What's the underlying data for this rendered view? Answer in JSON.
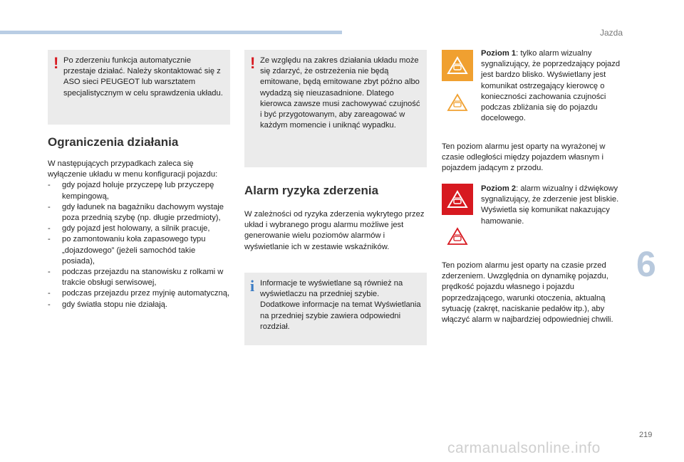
{
  "header": {
    "section": "Jazda"
  },
  "chapter": "6",
  "page_number": "219",
  "watermark": "carmanualsonline.info",
  "col1": {
    "warning": "Po zderzeniu funkcja automatycznie przestaje działać. Należy skontaktować się z ASO sieci PEUGEOT lub warsztatem specjalistycznym w celu sprawdzenia układu.",
    "heading": "Ograniczenia działania",
    "intro": "W następujących przypadkach zaleca się wyłączenie układu w menu konfiguracji pojazdu:",
    "items": [
      "gdy pojazd holuje przyczepę lub przyczepę kempingową,",
      "gdy ładunek na bagażniku dachowym wystaje poza przednią szybę (np. długie przedmioty),",
      "gdy pojazd jest holowany, a silnik pracuje,",
      "po zamontowaniu koła zapasowego typu „dojazdowego” (jeżeli samochód takie posiada),",
      "podczas przejazdu na stanowisku z rolkami w trakcie obsługi serwisowej,",
      "podczas przejazdu przez myjnię automatyczną,",
      "gdy światła stopu nie działają."
    ]
  },
  "col2": {
    "warning": "Ze względu na zakres działania układu może się zdarzyć, że ostrzeżenia nie będą emitowane, będą emitowane zbyt późno albo wydadzą się nieuzasadnione. Dlatego kierowca zawsze musi zachowywać czujność i być przygotowanym, aby zareagować w każdym momencie i uniknąć wypadku.",
    "heading": "Alarm ryzyka zderzenia",
    "intro": "W zależności od ryzyka zderzenia wykrytego przez układ i wybranego progu alarmu możliwe jest generowanie wielu poziomów alarmów i wyświetlanie ich w zestawie wskaźników.",
    "info": "Informacje te wyświetlane są również na wyświetlaczu na przedniej szybie. Dodatkowe informacje na temat Wyświetlania na przedniej szybie zawiera odpowiedni rozdział."
  },
  "col3": {
    "level1_label": "Poziom 1",
    "level1_text": ": tylko alarm wizualny sygnalizujący, że poprzedzający pojazd jest bardzo blisko. Wyświetlany jest komunikat ostrzegający kierowcę o konieczności zachowania czujności podczas zbliżania się do pojazdu docelowego.",
    "level1_desc": "Ten poziom alarmu jest oparty na wyrażonej w czasie odległości między pojazdem własnym i pojazdem jadącym z przodu.",
    "level2_label": "Poziom 2",
    "level2_text": ": alarm wizualny i dźwiękowy sygnalizujący, że zderzenie jest bliskie. Wyświetla się komunikat nakazujący hamowanie.",
    "level2_desc": "Ten poziom alarmu jest oparty na czasie przed zderzeniem. Uwzględnia on dynamikę pojazdu, prędkość pojazdu własnego i pojazdu poprzedzającego, warunki otoczenia, aktualną sytuację (zakręt, naciskanie pedałów itp.), aby włączyć alarm w najbardziej odpowiedniej chwili."
  },
  "colors": {
    "orange": "#f0a030",
    "red": "#d71920",
    "note_bg": "#ebebeb",
    "info_blue": "#3b7cc4"
  },
  "icons": {
    "warning_mark": "!",
    "info_mark": "i"
  }
}
